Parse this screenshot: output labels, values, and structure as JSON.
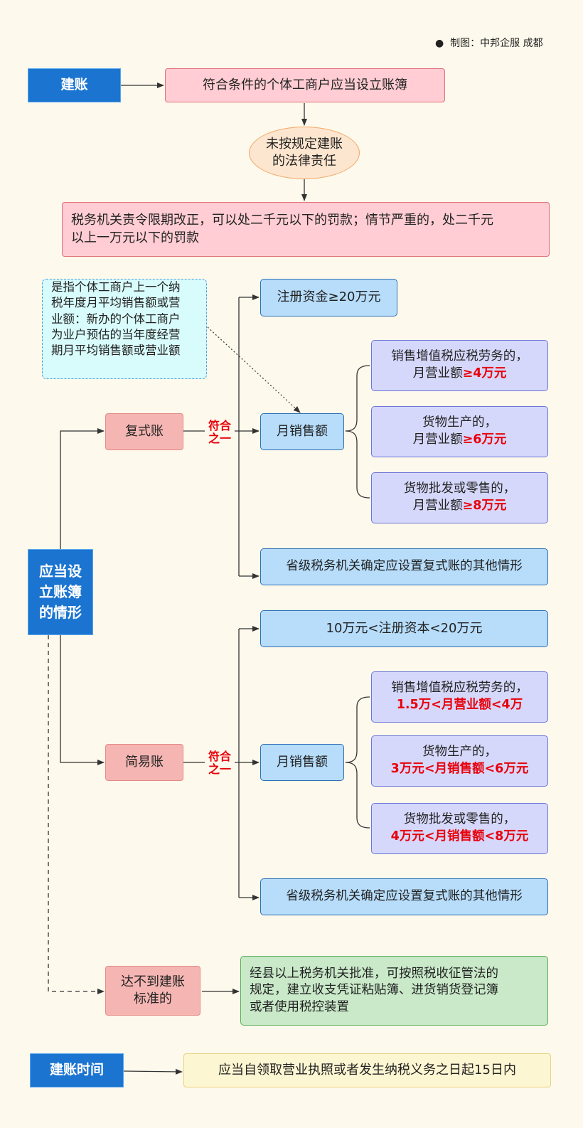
{
  "credit": {
    "bullet": "●",
    "text": "制图：中邦企服 成都"
  },
  "section1": {
    "title": "建账",
    "condition": "符合条件的个体工商户应当设立账簿",
    "liability": [
      "未按规定建账",
      "的法律责任"
    ],
    "penalty": [
      "税务机关责令限期改正，可以处二千元以下的罚款；情节严重的，处二千元",
      "以上一万元以下的罚款"
    ]
  },
  "note": [
    "是指个体工商户上一个纳",
    "税年度月平均销售额或营",
    "业额：新办的个体工商户",
    "为业户预估的当年度经营",
    "期月平均销售额或营业额"
  ],
  "section2": {
    "title": [
      "应当设",
      "立账簿",
      "的情形"
    ],
    "fushi": {
      "label": "复式账",
      "tag": [
        "符合",
        "之一"
      ],
      "capital": "注册资金≥20万元",
      "monthly": "月销售额",
      "items": [
        {
          "line1": "销售增值税应税劳务的，",
          "line2a": "月营业额",
          "line2b": "≥4万元"
        },
        {
          "line1": "货物生产的，",
          "line2a": "月营业额",
          "line2b": "≥6万元"
        },
        {
          "line1": "货物批发或零售的，",
          "line2a": "月营业额",
          "line2b": "≥8万元"
        }
      ],
      "other": "省级税务机关确定应设置复式账的其他情形"
    },
    "jianyi": {
      "label": "简易账",
      "tag": [
        "符合",
        "之一"
      ],
      "capital": "10万元<注册资本<20万元",
      "monthly": "月销售额",
      "items": [
        {
          "line1": "销售增值税应税劳务的，",
          "line2": "1.5万<月营业额<4万"
        },
        {
          "line1": "货物生产的，",
          "line2": "3万元<月销售额<6万元"
        },
        {
          "line1": "货物批发或零售的，",
          "line2": "4万元<月销售额<8万元"
        }
      ],
      "other": "省级税务机关确定应设置复式账的其他情形"
    },
    "below": {
      "label": [
        "达不到建账",
        "标准的"
      ],
      "result": [
        "经县以上税务机关批准，可按照税收征管法的",
        "规定，建立收支凭证粘贴簿、进货销货登记簿",
        "或者使用税控装置"
      ]
    }
  },
  "section3": {
    "title": "建账时间",
    "content": "应当自领取营业执照或者发生纳税义务之日起15日内"
  },
  "colors": {
    "header": "#1b74d0",
    "pink": "#ffcdd3",
    "lightblue": "#b7ddfb",
    "lavender": "#d6d8fb",
    "green": "#c9e9c9",
    "yellow": "#fdf6d2",
    "accent_red": "#e8000b"
  }
}
